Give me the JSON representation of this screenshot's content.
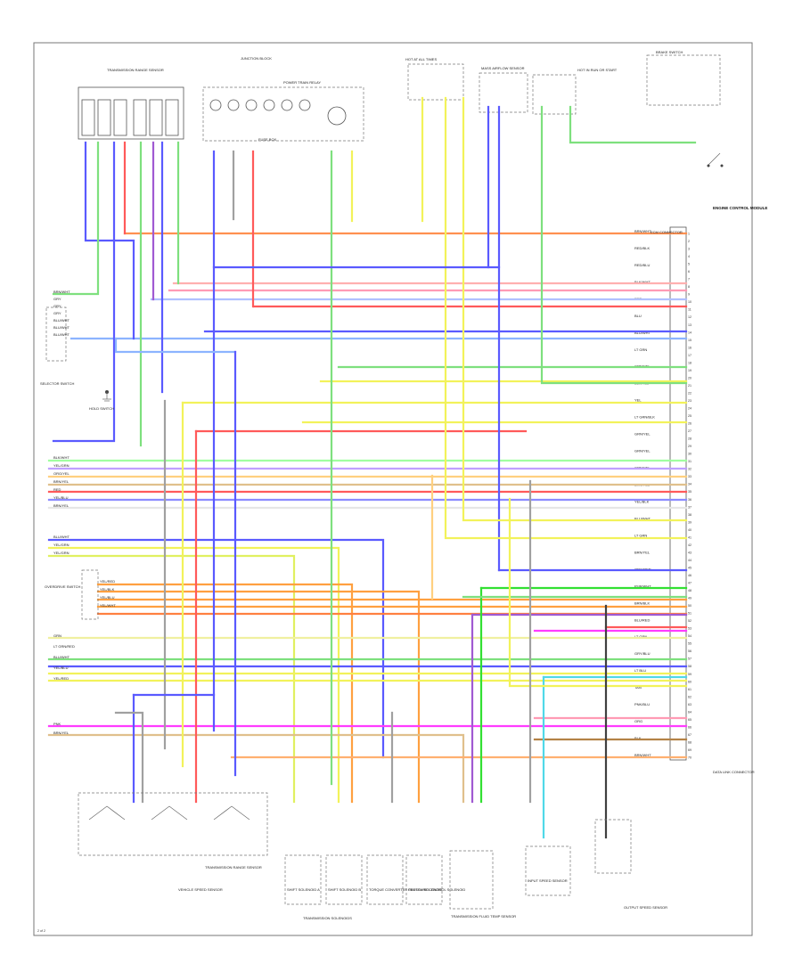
{
  "page_number": "2 of 2",
  "colors": {
    "red": "#ff5a5a",
    "orange": "#ffa040",
    "yellow": "#f2f25a",
    "green": "#7ee07e",
    "bright_green": "#32e032",
    "blue": "#5a5aff",
    "purple": "#a05ad2",
    "magenta": "#ff3cff",
    "pink": "#ff9ab4",
    "cyan": "#50d8e8",
    "brown": "#b48246",
    "gray": "#a0a0a0",
    "light_blue": "#8cb4ff",
    "tan": "#e0c08c",
    "black": "#404040",
    "white": "#e6e6e6"
  },
  "components": {
    "tr_range_sensor": "TRANSMISSION RANGE SENSOR",
    "power_train_relay_label": "POWER TRAIN RELAY",
    "junction_block": "JUNCTION BLOCK",
    "fuse_box": "FUSE BOX",
    "hot_at_all_times": "HOT AT ALL TIMES",
    "hot_in_run_start": "HOT IN RUN OR START",
    "mass_airflow": "MASS AIRFLOW SENSOR",
    "brake_switch": "BRAKE SWITCH",
    "vss": "VEHICLE SPEED SENSOR",
    "engine_control_module": "ENGINE CONTROL MODULE",
    "ecm_connector": "ECM CONNECTOR",
    "tr_selector": "SELECTOR SWITCH",
    "hold_switch": "HOLD SWITCH",
    "transmission_solenoids": "TRANSMISSION SOLENOIDS",
    "tcc_solenoid": "TORQUE CONVERTER CLUTCH SOLENOID",
    "shift_solenoid_a": "SHIFT SOLENOID A",
    "shift_solenoid_b": "SHIFT SOLENOID B",
    "pressure_solenoid": "PRESSURE CONTROL SOLENOID",
    "tft_sensor": "TRANSMISSION FLUID TEMP SENSOR",
    "input_speed": "INPUT SPEED SENSOR",
    "output_speed": "OUTPUT SPEED SENSOR",
    "data_link": "DATA LINK CONNECTOR",
    "overdrive_switch": "OVERDRIVE SWITCH",
    "ground": "GROUND"
  },
  "left_tags": {
    "group1": [
      "BLK/WHT",
      "YEL/GRN",
      "ORG/YEL",
      "BRN/YEL",
      "RED",
      "YEL/BLU",
      "BRN/YEL"
    ],
    "group2": [
      "BLU/WHT",
      "YEL/GRN",
      "YEL/GRN"
    ],
    "group3": [
      "YEL/RED",
      "YEL/BLK",
      "YEL/BLU",
      "YEL/WHT"
    ],
    "group4": [
      "GRN",
      "LT GRN/RED",
      "BLU/WHT",
      "YEL/BLU",
      "YEL/RED"
    ],
    "group5": [
      "PNK",
      "BRN/YEL"
    ],
    "top": [
      "BRN/WHT",
      "GRY",
      "GRY",
      "GRY",
      "BLU/WHT",
      "BLU/WHT",
      "BLU/WHT"
    ]
  },
  "right_tags": [
    "BRN/WHT",
    "RED/BLK",
    "RED/BLU",
    "BLK/WHT",
    "RED",
    "BLU",
    "BLU/WHT",
    "LT GRN",
    "GRN/YEL",
    "BLK/YEL",
    "YEL",
    "LT GRN/BLK",
    "GRN/YEL",
    "GRN/YEL",
    "GRN/YEL",
    "BRN/YEL",
    "YEL/BLK",
    "BLU/WHT",
    "LT GRN",
    "BRN/YEL",
    "ORG/RED",
    "PUR/WHT",
    "BRN/BLK",
    "BLU/RED",
    "LT GRN",
    "GRY/BLU",
    "LT BLU",
    "TAN",
    "PNK/BLU",
    "ORG",
    "BLK",
    "BRN/WHT"
  ],
  "pins": [
    "1",
    "2",
    "3",
    "4",
    "5",
    "6",
    "7",
    "8",
    "9",
    "10",
    "11",
    "12",
    "13",
    "14",
    "15",
    "16",
    "17",
    "18",
    "19",
    "20",
    "21",
    "22",
    "23",
    "24",
    "25",
    "26",
    "27",
    "28",
    "29",
    "30",
    "31",
    "32",
    "33",
    "34",
    "35",
    "36",
    "37",
    "38",
    "39",
    "40",
    "41",
    "42",
    "43",
    "44",
    "45",
    "46",
    "47",
    "48",
    "49",
    "50",
    "51",
    "52",
    "53",
    "54",
    "55",
    "56",
    "57",
    "58",
    "59",
    "60",
    "61",
    "62",
    "63",
    "64",
    "65",
    "66",
    "67",
    "68",
    "69",
    "70"
  ]
}
